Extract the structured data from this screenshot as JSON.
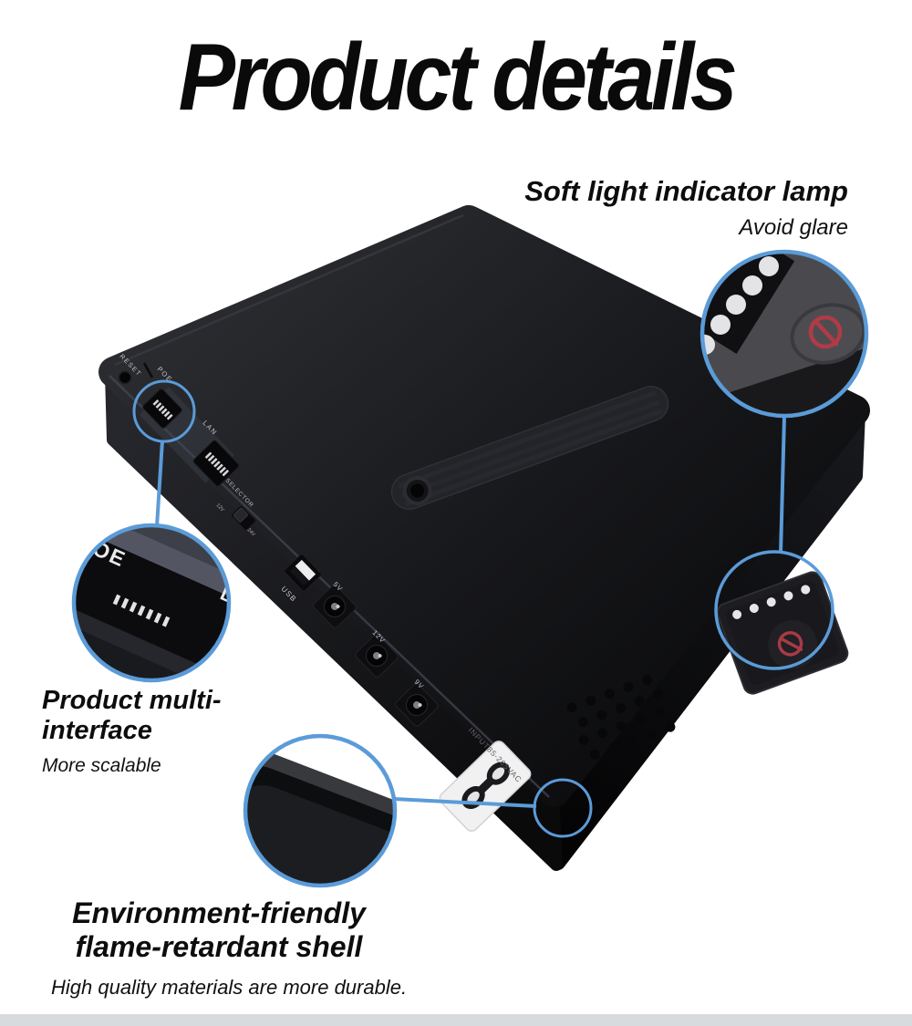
{
  "page": {
    "title": "Product details",
    "accent_blue": "#5b9bd8",
    "background": "#ffffff",
    "bottom_bar_color": "#d8dbde",
    "power_icon_color": "#a83a46"
  },
  "annotations": {
    "indicator": {
      "heading": "Soft light indicator lamp",
      "sub": "Avoid glare"
    },
    "interface": {
      "line1": "Product multi-",
      "line2": "interface",
      "sub": "More scalable"
    },
    "shell": {
      "line1": "Environment-friendly",
      "line2": "flame-retardant shell",
      "sub": "High quality materials are more durable."
    }
  },
  "device": {
    "labels": {
      "reset": "RESET",
      "poe": "POE",
      "lan": "LAN",
      "selector": "SELECTOR",
      "selector_left": "12V",
      "selector_right": "24V",
      "usb": "USB",
      "dc_5v": "5V",
      "dc_12v": "12V",
      "dc_9v": "9V",
      "ac_input": "INPUT85-265VAC"
    },
    "zoom_left": {
      "text_top": "OE",
      "text_right": "L"
    }
  }
}
